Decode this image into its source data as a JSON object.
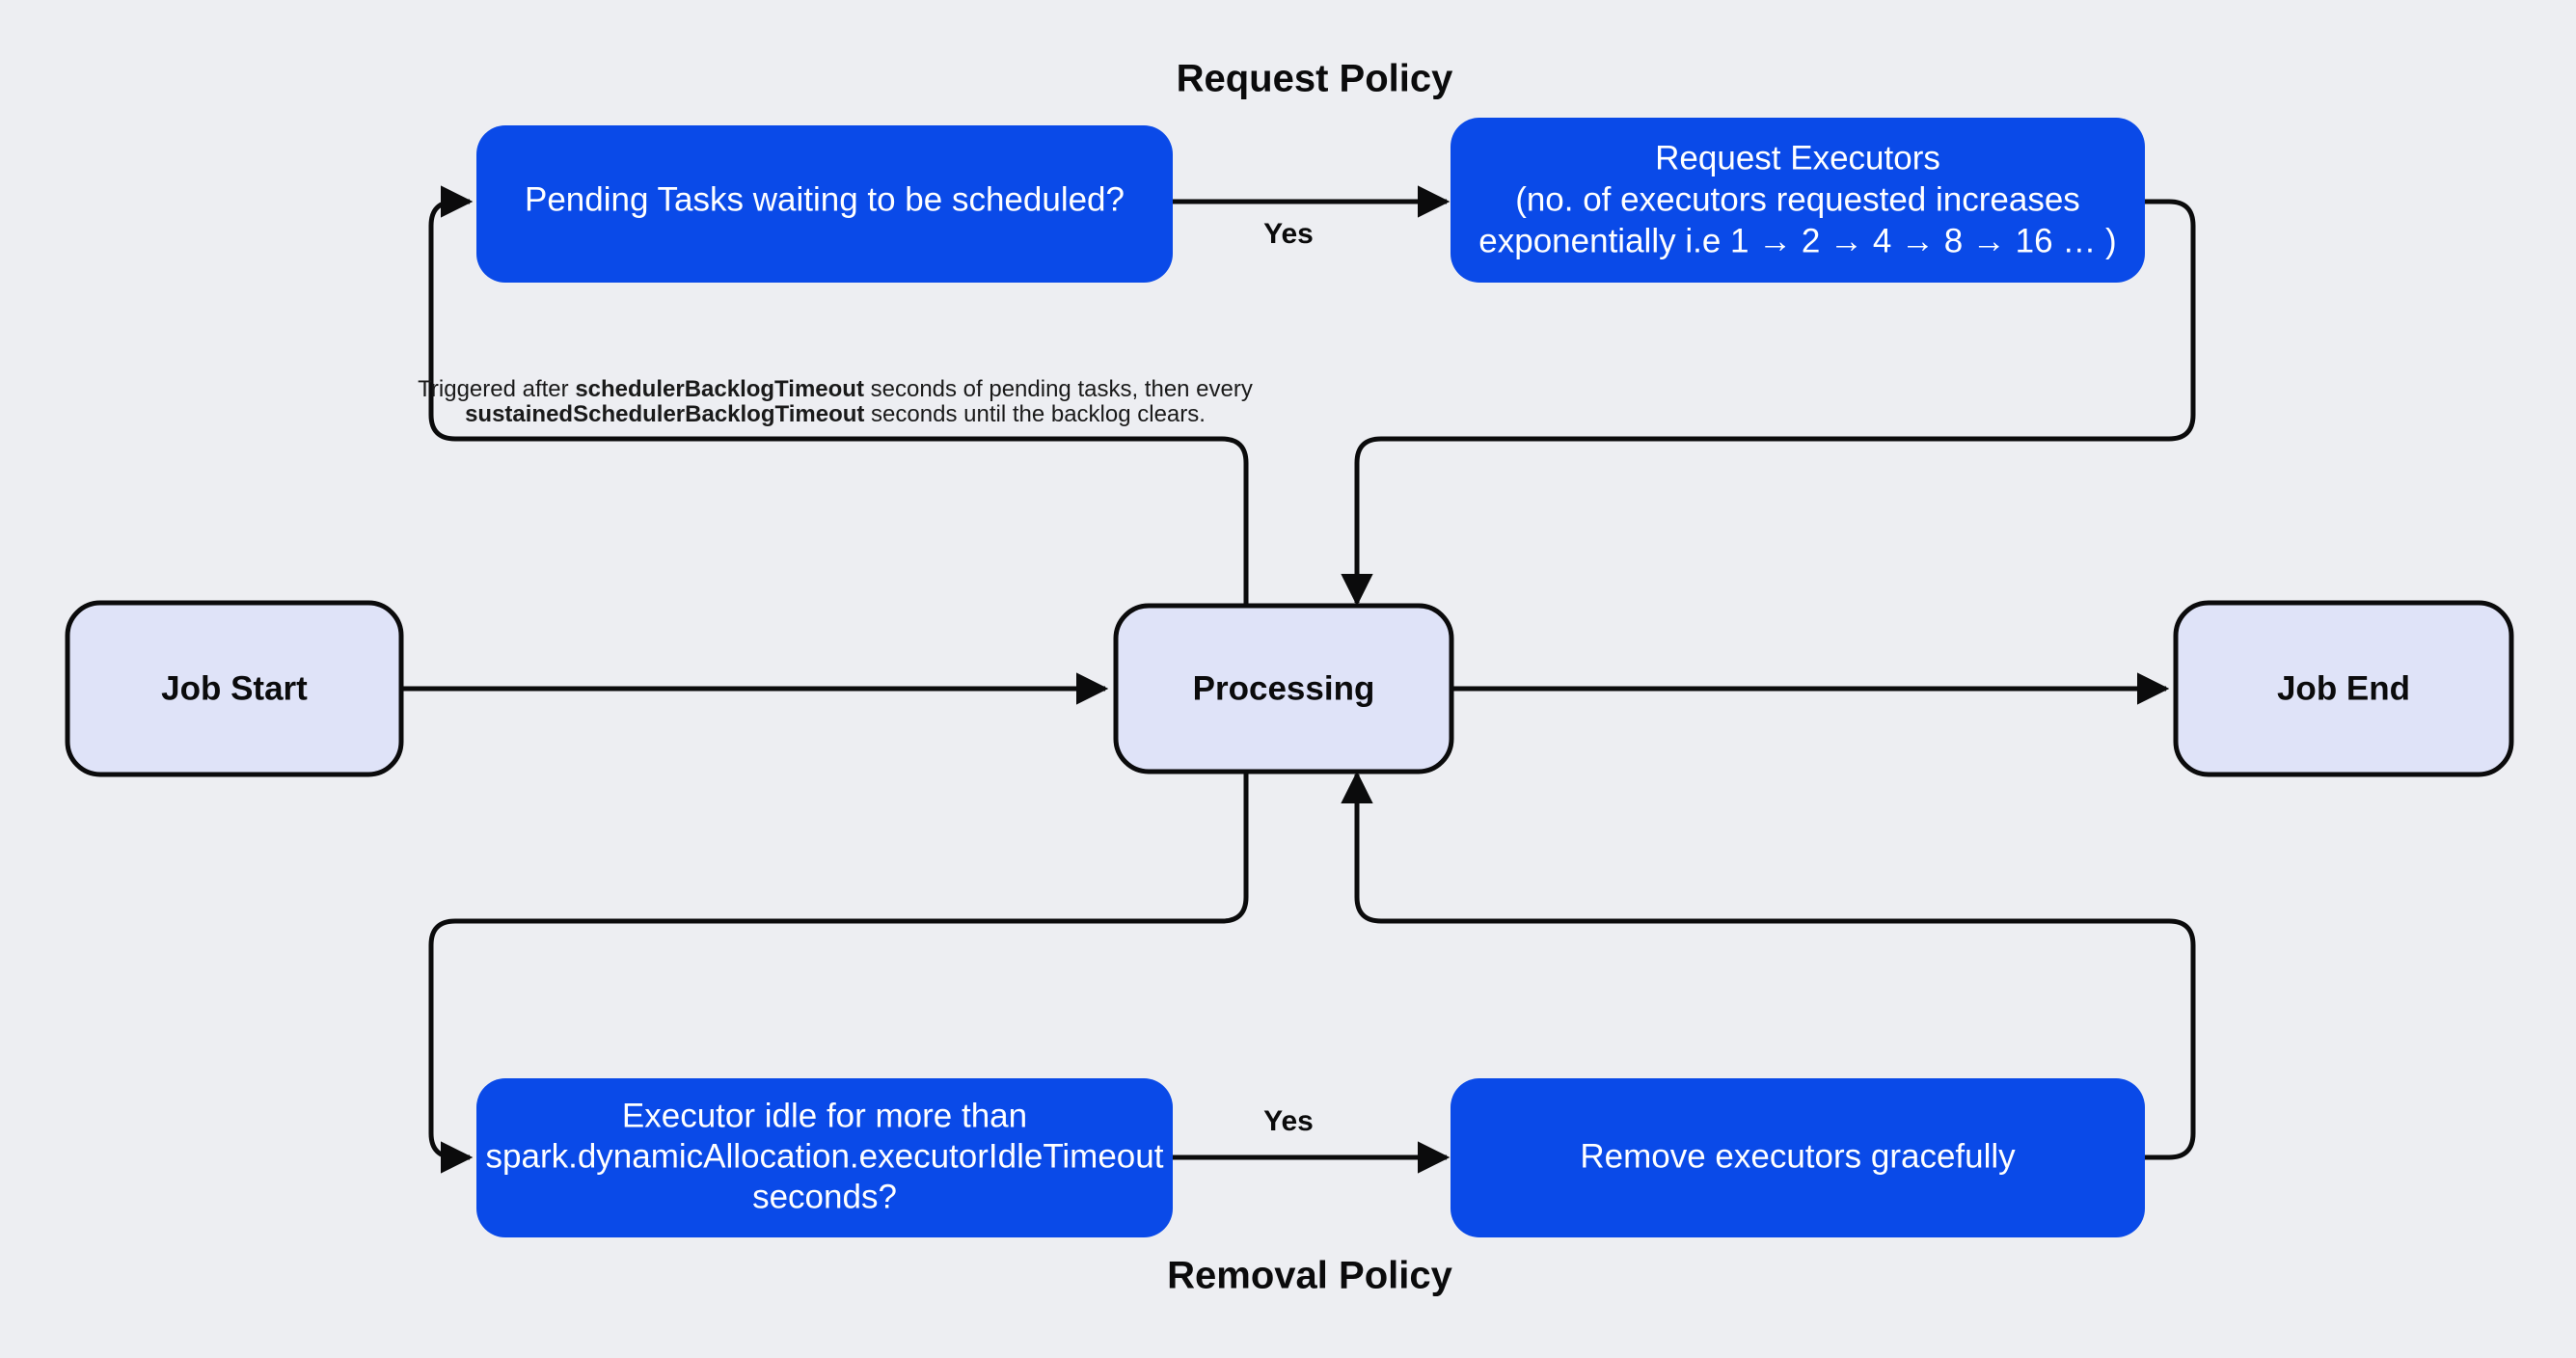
{
  "diagram": {
    "title_top": "Request Policy",
    "title_bottom": "Removal Policy",
    "background_color": "#edeef2",
    "accent_blue": "#0a4ae8",
    "node_lavender": "#dfe3f8",
    "line_color": "#0b0b0c"
  },
  "nodes": {
    "job_start": {
      "label": "Job Start"
    },
    "processing": {
      "label": "Processing"
    },
    "job_end": {
      "label": "Job End"
    },
    "pending_tasks": {
      "label": "Pending Tasks waiting to be scheduled?"
    },
    "request_executors": {
      "line1": "Request Executors",
      "line2": "(no. of executors requested increases",
      "line3": "exponentially i.e  1 → 2 → 4 → 8 → 16 … )"
    },
    "executor_idle": {
      "line1": "Executor idle for more than",
      "line2": "spark.dynamicAllocation.executorIdleTimeout",
      "line3": "seconds?"
    },
    "remove_executors": {
      "label": "Remove executors gracefully"
    }
  },
  "edges": {
    "yes_request": "Yes",
    "yes_removal": "Yes"
  },
  "note": {
    "line1_a": "Triggered after ",
    "line1_b": "schedulerBacklogTimeout",
    "line1_c": " seconds of pending tasks, then every",
    "line2_b": "sustainedSchedulerBacklogTimeout",
    "line2_c": " seconds until the backlog clears."
  }
}
